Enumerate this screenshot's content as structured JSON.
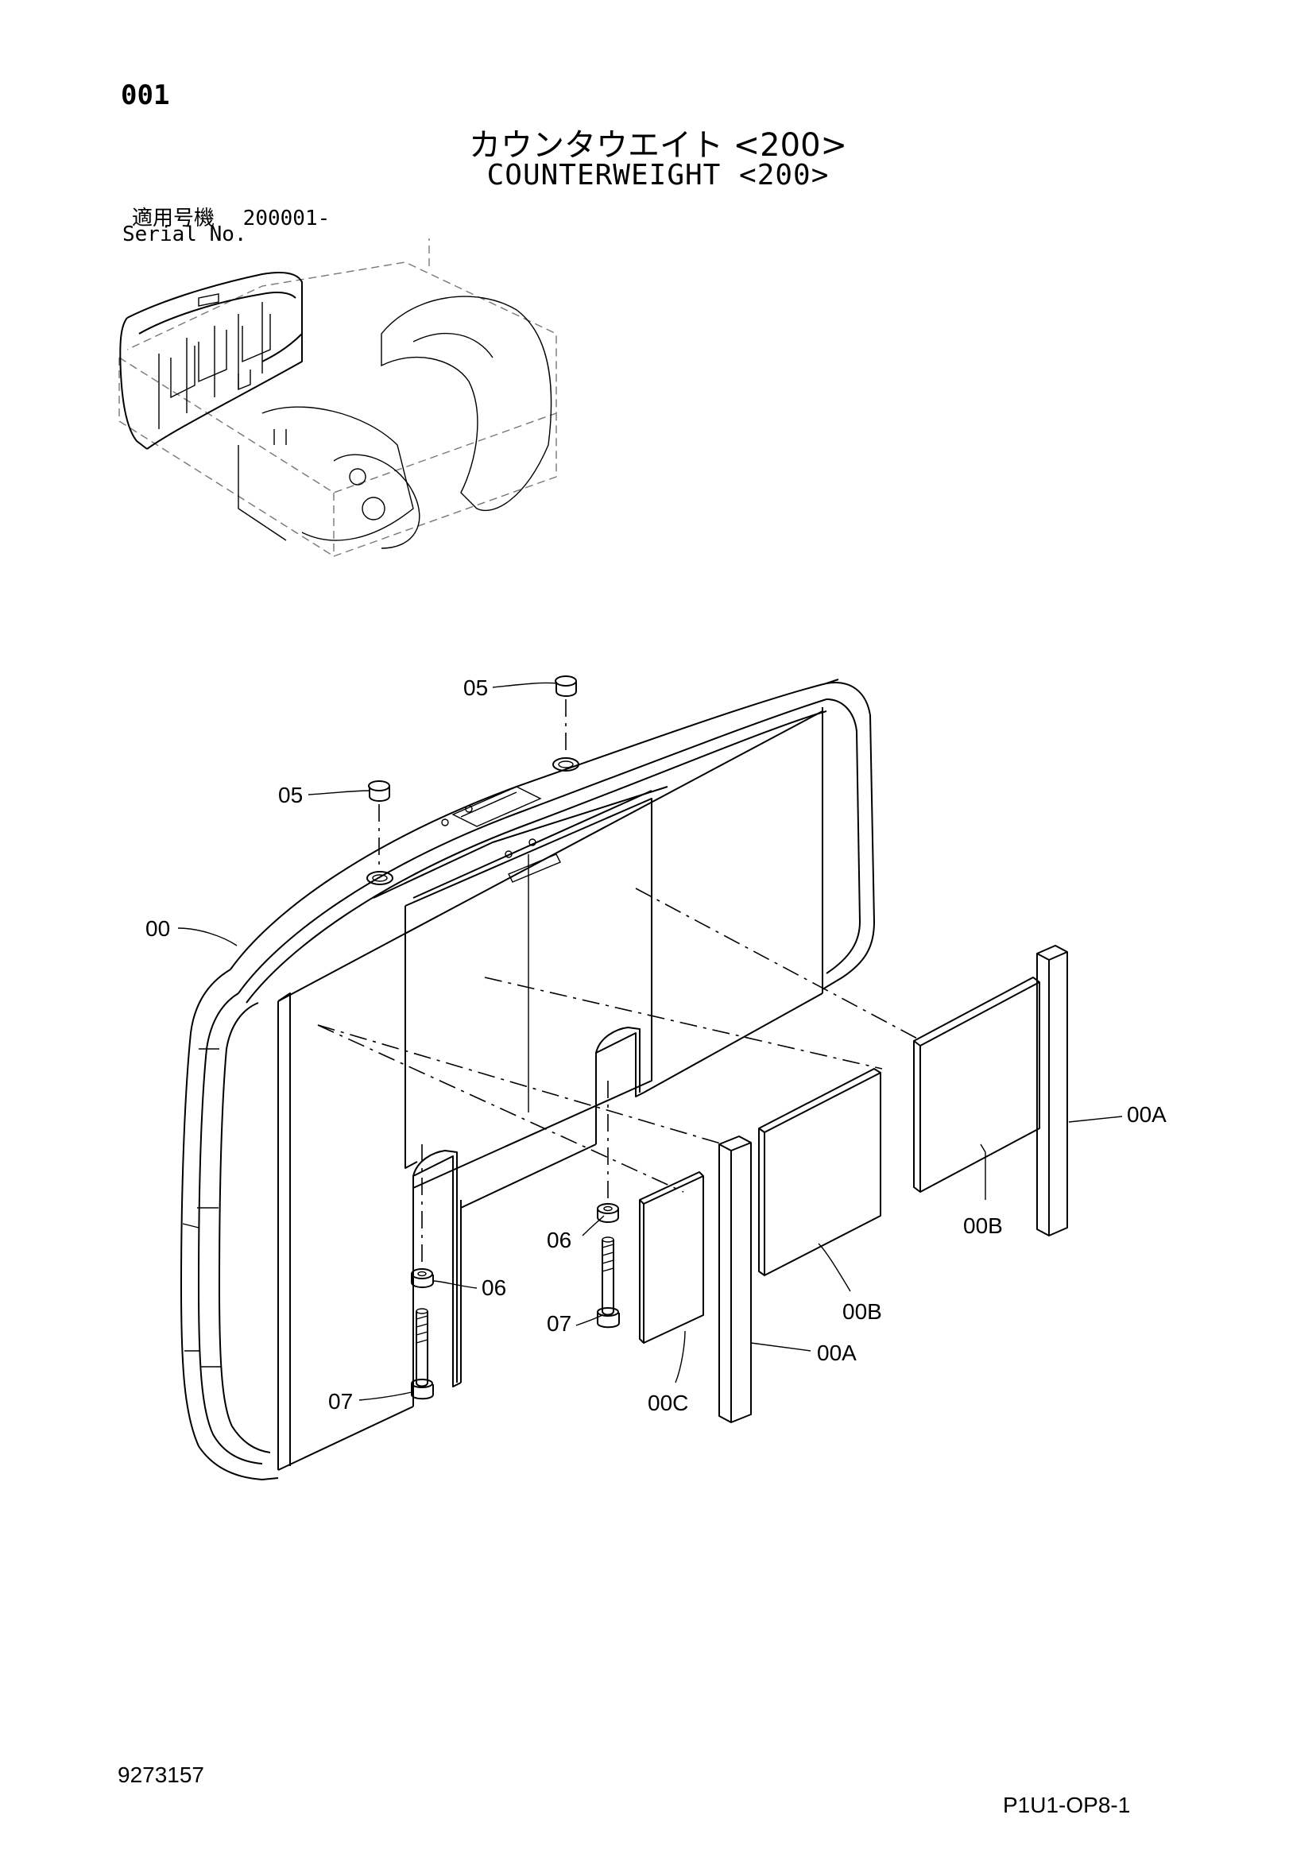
{
  "header": {
    "page_number": "001",
    "title_jp": "カウンタウエイト <200>",
    "title_en": "COUNTERWEIGHT <200>",
    "serial_label_jp": "適用号機",
    "serial_value": "200001-",
    "serial_label_en": "Serial No."
  },
  "callouts": {
    "c00": "00",
    "c05a": "05",
    "c05b": "05",
    "c06a": "06",
    "c06b": "06",
    "c07a": "07",
    "c07b": "07",
    "c00A_right": "00A",
    "c00A_lower": "00A",
    "c00B_right": "00B",
    "c00B_lower": "00B",
    "c00C": "00C"
  },
  "footer": {
    "document_number": "9273157",
    "sheet_code": "P1U1-OP8-1"
  }
}
